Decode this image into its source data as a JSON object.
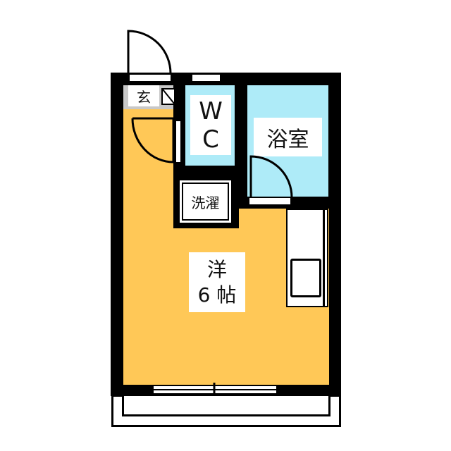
{
  "floorplan": {
    "colors": {
      "wall": "#000000",
      "western_room": "#FFC857",
      "wet_area": "#AEEBF8",
      "entrance": "#C8C8C8",
      "fixture": "#FFFFFF"
    },
    "rooms": {
      "entrance": {
        "label": "玄"
      },
      "wc": {
        "label_line1": "W",
        "label_line2": "C"
      },
      "bathroom": {
        "label": "浴室"
      },
      "laundry": {
        "label": "洗濯"
      },
      "western_room": {
        "label_line1": "洋",
        "label_line2": "6 帖"
      }
    }
  }
}
